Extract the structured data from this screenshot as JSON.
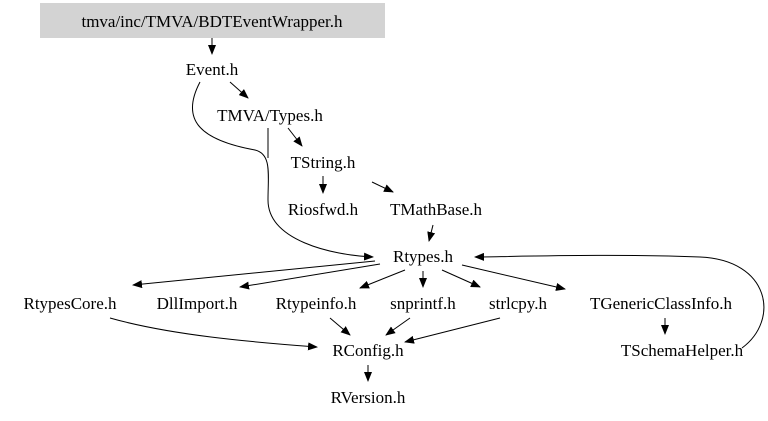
{
  "graph": {
    "root": "tmva/inc/TMVA/BDTEventWrapper.h",
    "root_fill": "#d3d3d3",
    "nodes": {
      "event": "Event.h",
      "types": "TMVA/Types.h",
      "tstring": "TString.h",
      "riosfwd": "Riosfwd.h",
      "tmathbase": "TMathBase.h",
      "rtypes": "Rtypes.h",
      "rtypescore": "RtypesCore.h",
      "dllimport": "DllImport.h",
      "rtypeinfo": "Rtypeinfo.h",
      "snprintf": "snprintf.h",
      "strlcpy": "strlcpy.h",
      "tgenericclassinfo": "TGenericClassInfo.h",
      "tschemahelper": "TSchemaHelper.h",
      "rconfig": "RConfig.h",
      "rversion": "RVersion.h"
    },
    "edges": [
      [
        "root",
        "event"
      ],
      [
        "event",
        "types"
      ],
      [
        "event",
        "rtypes"
      ],
      [
        "types",
        "tstring"
      ],
      [
        "types",
        "rtypes"
      ],
      [
        "tstring",
        "riosfwd"
      ],
      [
        "tstring",
        "tmathbase"
      ],
      [
        "tmathbase",
        "rtypes"
      ],
      [
        "rtypes",
        "rtypescore"
      ],
      [
        "rtypes",
        "dllimport"
      ],
      [
        "rtypes",
        "rtypeinfo"
      ],
      [
        "rtypes",
        "snprintf"
      ],
      [
        "rtypes",
        "strlcpy"
      ],
      [
        "rtypes",
        "tgenericclassinfo"
      ],
      [
        "tgenericclassinfo",
        "tschemahelper"
      ],
      [
        "tschemahelper",
        "rtypes"
      ],
      [
        "rtypescore",
        "rconfig"
      ],
      [
        "rtypeinfo",
        "rconfig"
      ],
      [
        "snprintf",
        "rconfig"
      ],
      [
        "strlcpy",
        "rconfig"
      ],
      [
        "rconfig",
        "rversion"
      ]
    ]
  }
}
